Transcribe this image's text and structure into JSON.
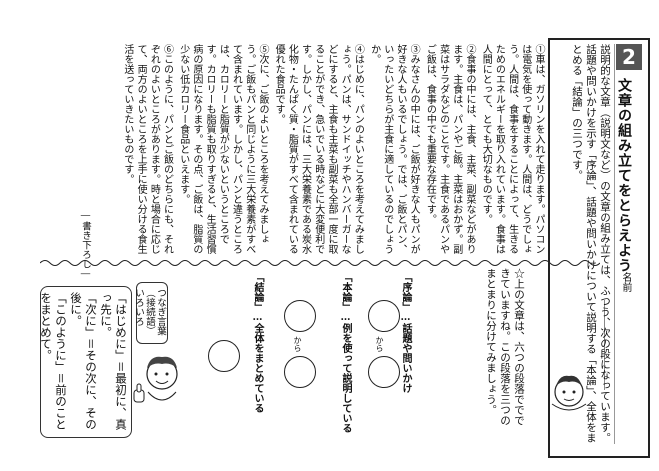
{
  "header": {
    "badge": "2",
    "title": "文章の組み立てをとらえよう",
    "name_label": "名前"
  },
  "intro": [
    "説明的な文章（説明文など）の文章の組み立ては、ふつう、次の段になっています。話題や問いかけを示す「序論」、話題や問いかけについて説明する「本論」、全体をまとめる「結論」の三つです。"
  ],
  "body": {
    "paragraphs": [
      "①車は、ガソリンを入れて走ります。パソコンは電気を使って動きます。人間は、どうでしょう。人間は、食事をすることによって、生きるためのエネルギーを取り入れています。食事は人間にとって、とても大切なものです。",
      "②食事の中には、主食、主菜、副菜などがあります。主食は、パンやご飯。主菜はおかず。副菜はサラダなどのことです。主食であるパンやご飯は、食事の中でも重要な存在です。",
      "③みなさんの中には、ご飯が好きな人もパンが好きな人もいるでしょう。では、ご飯とパン、いったいどちらが主食に適しているのでしょうか。",
      "④はじめに、パンのよいところを考えてみましょう。パンは、サンドイッチやハンバーガーなどにすると、主食も主菜も副菜も全部一度に取ることができ、急いでいる時などに大変便利です。しかし、パンには、三大栄養素である炭水化物・たんぱく質・脂質がすべて含まれている優れた食品です。",
      "⑤次に、ご飯のよいところを考えてみましょう。ご飯もパンと同じように三大栄養素がすべて含まれています。しかし、パンと違うところは、カロリーと脂質が少ないというところです。カロリーも脂質も取りすぎると、生活習慣病の原因になります。その点、ご飯は、脂質の少ない低カロリー食品といえます。",
      "⑥このように、パンとご飯のどちらにも、それぞれのよいところがあります。時と場合に応じて、両方のよいところを上手に使い分ける食生活を送っていきたいものです。"
    ],
    "credit": "―書き下ろし―"
  },
  "question": {
    "text": "☆上の文章は、六つの段落ででできていますね。この段落を三つのまとまりに分けてみましょう。",
    "sections": [
      {
        "label": "「序論」…話題や問いかけ"
      },
      {
        "label": "「本論」…例を使って説明している"
      },
      {
        "label": "「結論」…全体をまとめている"
      }
    ],
    "kara": "から"
  },
  "tip": {
    "title": "つなぎ言葉（接続語）いろいろ",
    "lines": [
      "「はじめに」＝最初に、真っ先に。",
      "「次に」＝その次に、その後に。",
      "「このように」＝前のことをまとめて。"
    ]
  }
}
